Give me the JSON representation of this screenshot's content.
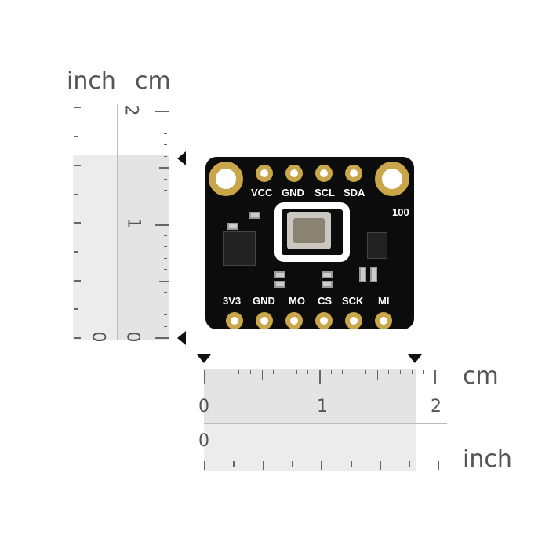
{
  "vertical_ruler": {
    "inch_label": "inch",
    "cm_label": "cm",
    "cm_numbers": [
      "2",
      "1",
      "0"
    ],
    "inch_zero": "0"
  },
  "horizontal_ruler": {
    "cm_label": "cm",
    "inch_label": "inch",
    "cm_numbers": [
      "0",
      "1",
      "2"
    ],
    "inch_zero": "0"
  },
  "board": {
    "top_pins": [
      "VCC",
      "GND",
      "SCL",
      "SDA"
    ],
    "bottom_pins": [
      "3V3",
      "GND",
      "MO",
      "CS",
      "SCK",
      "MI"
    ],
    "marking": "100",
    "colors": {
      "board": "#0c0c0c",
      "gold": "#c9a64a"
    }
  }
}
